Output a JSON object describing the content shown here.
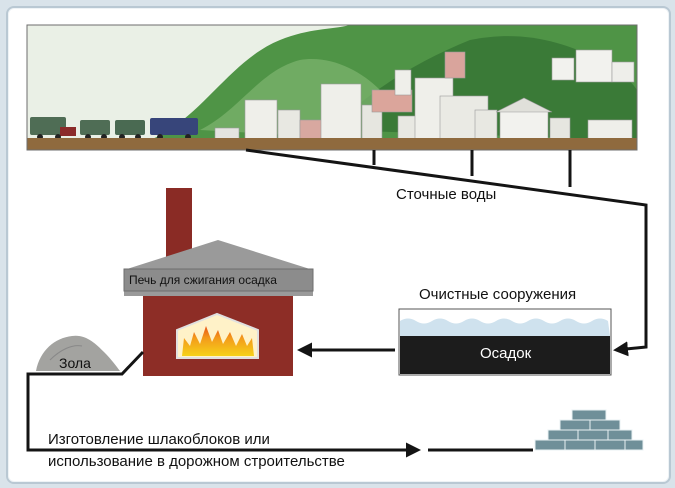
{
  "labels": {
    "wastewater": "Сточные воды",
    "treatment_facilities": "Очистные сооружения",
    "sludge": "Осадок",
    "incinerator": "Печь для сжигания осадка",
    "ash": "Зола",
    "use_line1": "Изготовление шлакоблоков или",
    "use_line2": "использование в дорожном строительстве"
  },
  "colors": {
    "pipe": "#141414",
    "furnace_brick": "#8d2d26",
    "roof": "#9a9a9a",
    "sludge_tank": "#1c1c1c",
    "water": "#cfe2ee",
    "mountain_green": "#3f8a3c",
    "sky": "#e9efe8",
    "blocks": "#6f8f99",
    "ash_pile": "#9a9a98"
  }
}
